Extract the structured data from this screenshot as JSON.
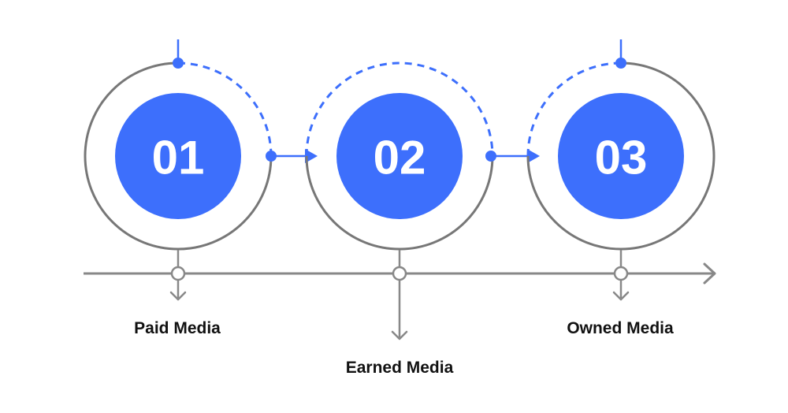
{
  "colors": {
    "accent": "#3d6ffc",
    "ring": "#777777",
    "arrow": "#888888",
    "text": "#111111",
    "background": "#ffffff"
  },
  "steps": [
    {
      "number": "01",
      "label": "Paid Media"
    },
    {
      "number": "02",
      "label": "Earned Media"
    },
    {
      "number": "03",
      "label": "Owned Media"
    }
  ]
}
